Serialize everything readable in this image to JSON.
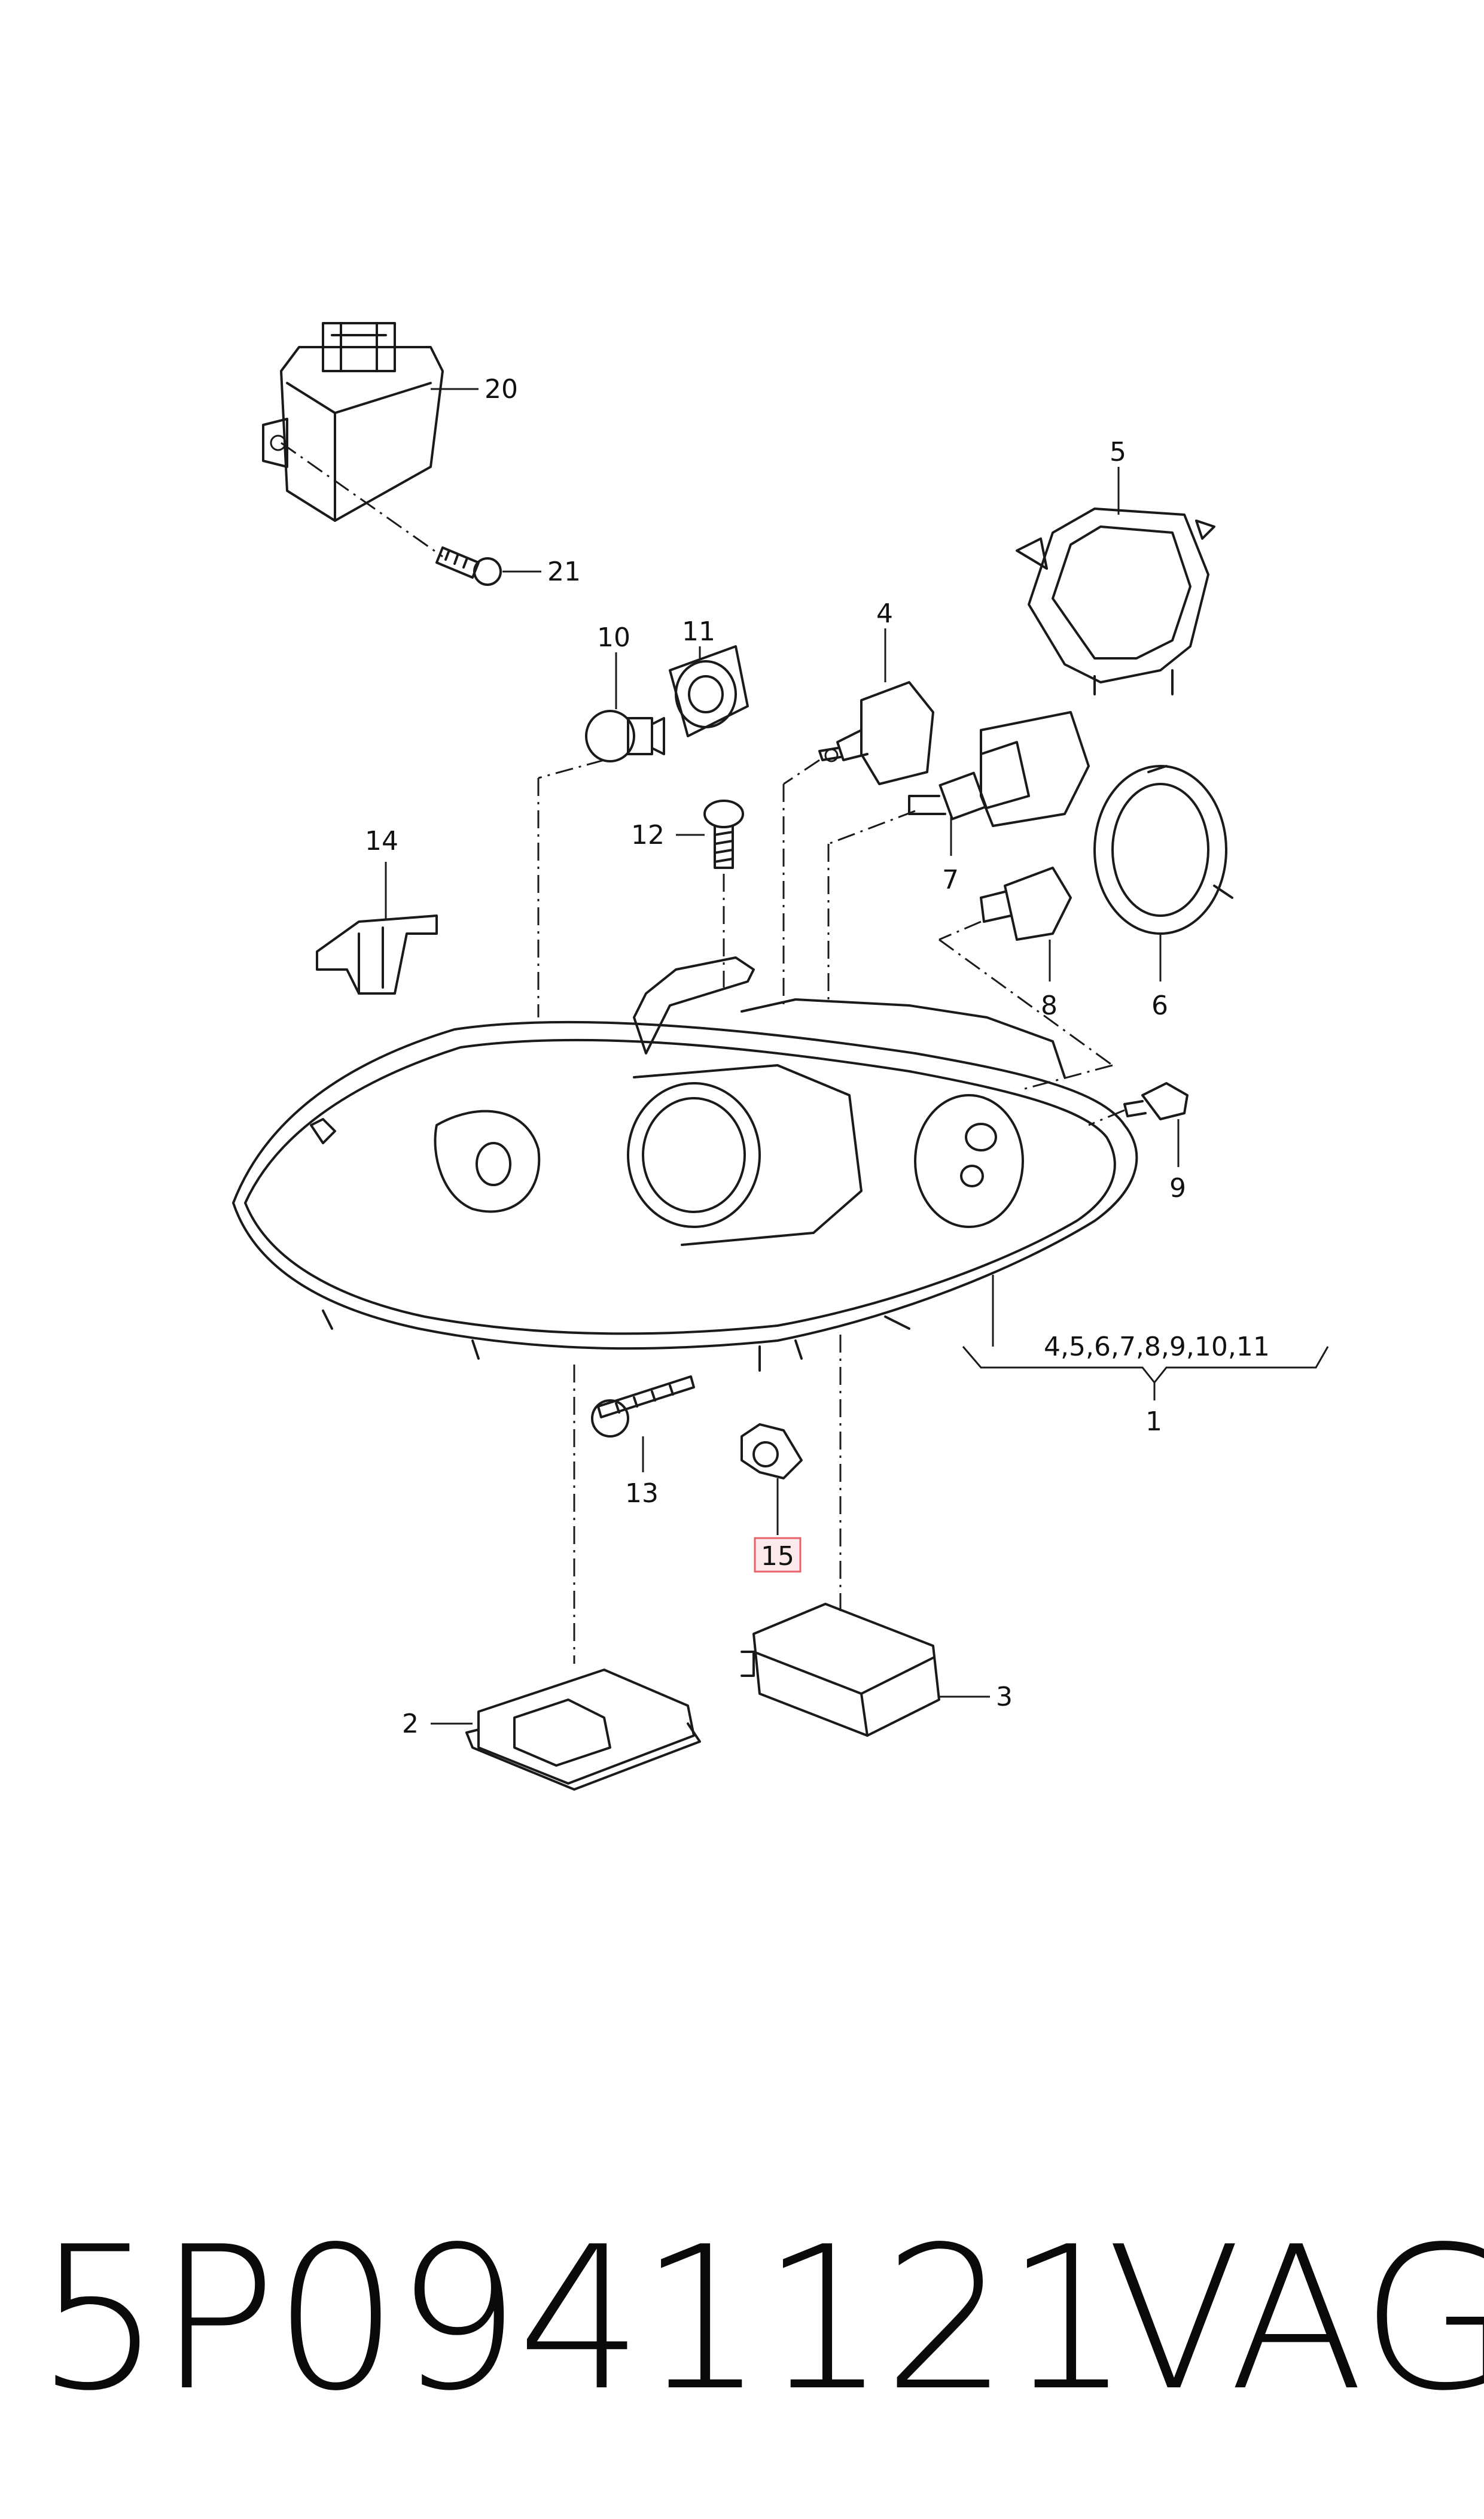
{
  "callouts": {
    "c1": "1",
    "c2": "2",
    "c3": "3",
    "c4": "4",
    "c5": "5",
    "c6": "6",
    "c7": "7",
    "c8": "8",
    "c9": "9",
    "c10": "10",
    "c11": "11",
    "c12": "12",
    "c13": "13",
    "c14": "14",
    "c15": "15",
    "c20": "20",
    "c21": "21",
    "group": "4,5,6,7,8,9,10,11"
  },
  "highlight_color": "#e8606a",
  "footer": {
    "part_number": "5P0941121",
    "brand": "VAG"
  }
}
